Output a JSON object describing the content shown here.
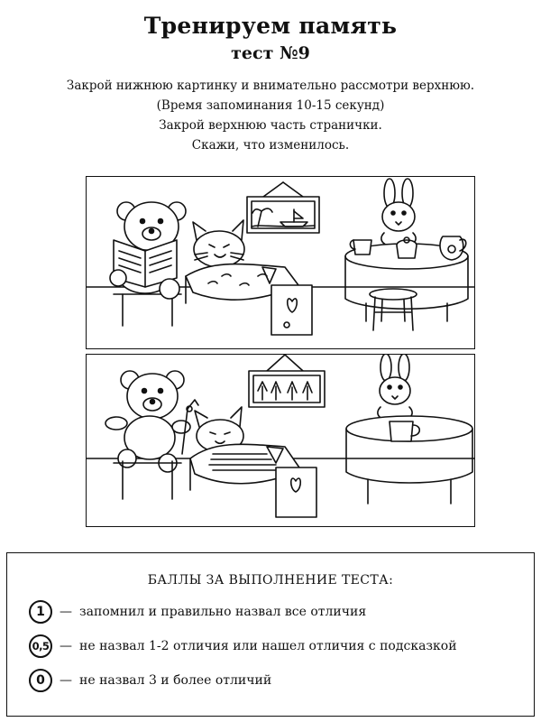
{
  "header": {
    "title": "Тренируем память",
    "subtitle": "тест №9"
  },
  "instructions": [
    "Закрой нижнюю картинку и внимательно рассмотри верхнюю.",
    "(Время запоминания 10-15 секунд)",
    "Закрой верхнюю часть странички.",
    "Скажи, что изменилось."
  ],
  "scoring": {
    "header": "БАЛЛЫ ЗА ВЫПОЛНЕНИЕ ТЕСТА:",
    "rows": [
      {
        "badge": "1",
        "dash": "—",
        "text": "запомнил и правильно назвал все отличия"
      },
      {
        "badge": "0,5",
        "dash": "—",
        "text": "не назвал 1-2 отличия или нашел отличия с подсказкой"
      },
      {
        "badge": "0",
        "dash": "—",
        "text": "не назвал 3 и более отличий"
      }
    ]
  }
}
